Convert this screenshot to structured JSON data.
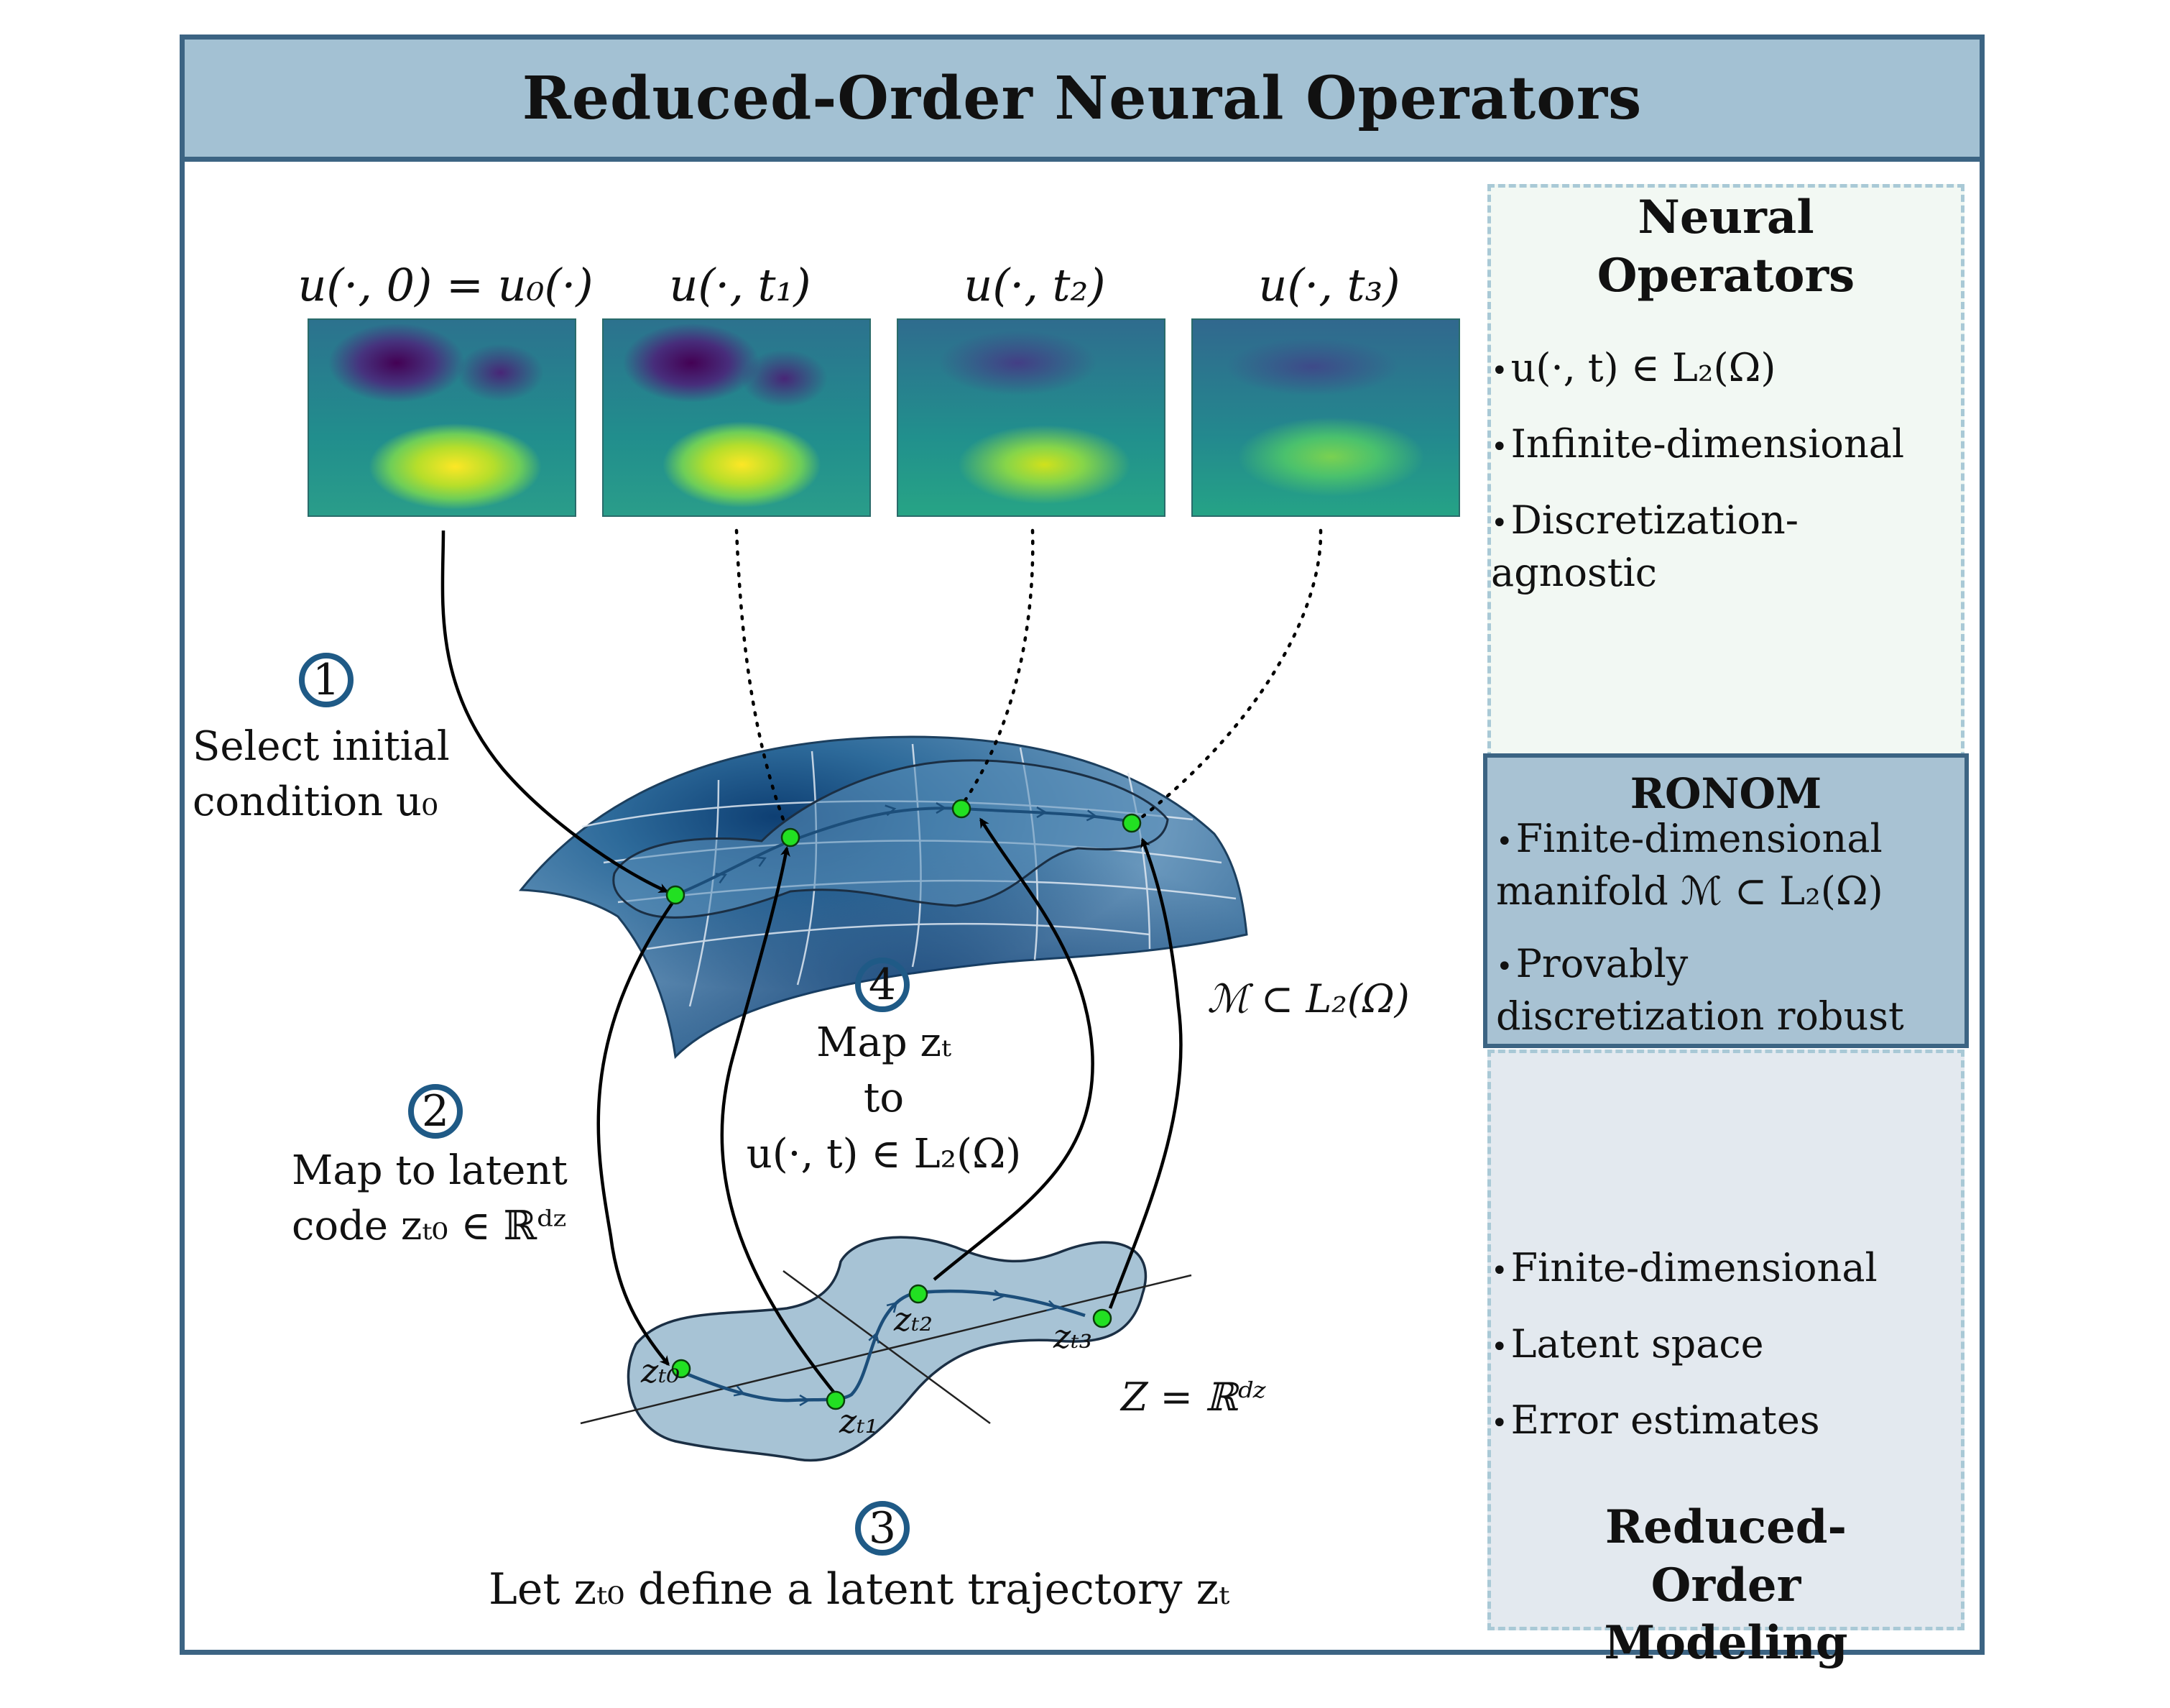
{
  "title": "Reduced-Order Neural Operators",
  "snapshots": [
    {
      "label": "u(·, 0) = u₀(·)"
    },
    {
      "label": "u(·, t₁)"
    },
    {
      "label": "u(·, t₂)"
    },
    {
      "label": "u(·, t₃)"
    }
  ],
  "steps": [
    {
      "number": "1",
      "text_line1": "Select initial",
      "text_line2": "condition u₀"
    },
    {
      "number": "2",
      "text_line1": "Map to latent",
      "text_line2": "code zₜ₀ ∈ ℝᵈᶻ"
    },
    {
      "number": "3",
      "text": "Let zₜ₀ define a latent trajectory zₜ"
    },
    {
      "number": "4",
      "text_line1": "Map zₜ",
      "text_line2": "to",
      "text_line3": "u(·, t) ∈ L₂(Ω)"
    }
  ],
  "manifold_label": "ℳ ⊂ L₂(Ω)",
  "latent_space_label": "Z = ℝᵈᶻ",
  "latent_points": [
    "zₜ₀",
    "zₜ₁",
    "zₜ₂",
    "zₜ₃"
  ],
  "panels": {
    "neural_operators": {
      "heading": "Neural Operators",
      "bullets": [
        "u(·, t) ∈ L₂(Ω)",
        "Infinite-dimensional",
        "Discretization-agnostic"
      ]
    },
    "ronom": {
      "heading": "RONOM",
      "bullets": [
        "Finite-dimensional manifold ℳ ⊂ L₂(Ω)",
        "Provably discretization robust"
      ]
    },
    "rom": {
      "heading": "Reduced-Order Modeling",
      "bullets": [
        "Finite-dimensional",
        "Latent space",
        "Error estimates"
      ]
    }
  },
  "colors": {
    "frame": "#3c6483",
    "title_bg": "#a3c1d3",
    "manifold": "#2d6a96",
    "latent_blob": "#a7c3d5",
    "point": "#22e022",
    "step_circle": "#1f5a86"
  }
}
